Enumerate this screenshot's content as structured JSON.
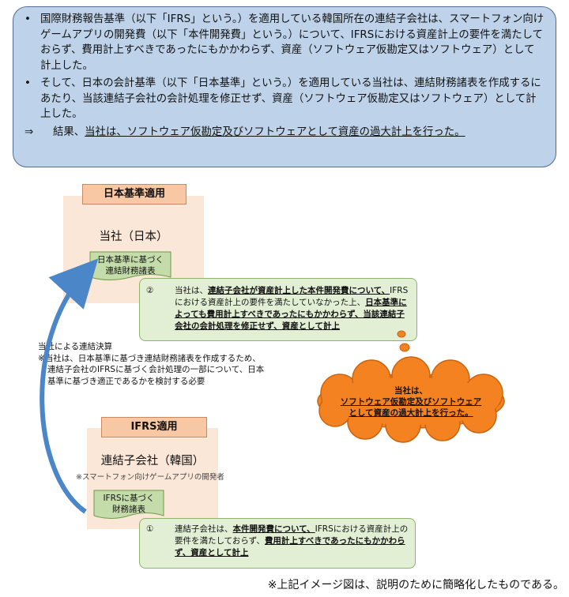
{
  "summary": {
    "bullet_mark": "•",
    "bullet1": "国際財務報告基準（以下「IFRS」という。）を適用している韓国所在の連結子会社は、スマートフォン向けゲームアプリの開発費（以下「本件開発費」という。）について、IFRSにおける資産計上の要件を満たしておらず、費用計上すべきであったにもかかわらず、資産（ソフトウェア仮勘定又はソフトウェア）として計上した。",
    "bullet2": "そして、日本の会計基準（以下「日本基準」という。）を適用している当社は、連結財務諸表を作成するにあたり、当該連結子会社の会計処理を修正せず、資産（ソフトウェア仮勘定又はソフトウェア）として計上した。",
    "result_mark": "⇒",
    "result_prefix": "結果、",
    "result_emphasis": "当社は、ソフトウェア仮勘定及びソフトウェアとして資産の過大計上を行った。"
  },
  "japan": {
    "tag": "日本基準適用",
    "entity": "当社（日本）",
    "doc_line1": "日本基準に基づく",
    "doc_line2": "連結財務諸表"
  },
  "callout2": {
    "num": "②",
    "t1": "当社は、",
    "t2": "連結子会社が資産計上した本件開発費について、",
    "t3": "IFRSにおける資産計上の要件を満たしていなかった上、",
    "t4": "日本基準によっても費用計上すべきであったにもかかわらず、当該連結子会社の会計処理を修正せず、資産として計上"
  },
  "consolidation": {
    "line1": "当社による連結決算",
    "line2": "※当社は、日本基準に基づき連結財務諸表を作成するため、",
    "line3": "連結子会社のIFRSに基づく会計処理の一部について、日本基準に基づき適正であるかを検討する必要"
  },
  "cloud": {
    "line1": "当社は、",
    "line2": "ソフトウェア仮勘定及びソフトウェア",
    "line3": "として資産の過大計上を行った。"
  },
  "korea": {
    "tag": "IFRS適用",
    "entity": "連結子会社（韓国）",
    "note": "※スマートフォン向けゲームアプリの開発者",
    "doc_line1": "IFRSに基づく",
    "doc_line2": "財務諸表"
  },
  "callout1": {
    "num": "①",
    "t1": "連結子会社は、",
    "t2": "本件開発費について、",
    "t3": "IFRSにおける資産計上の要件を満たしておらず、",
    "t4": "費用計上すべきであったにもかかわらず、資産として計上"
  },
  "disclaimer": "※上記イメージ図は、説明のために簡略化したものである。",
  "colors": {
    "summary_bg": "#bed3ea",
    "region_bg": "#fbe7d8",
    "tag_bg": "#f7c8a3",
    "doc_bg": "#c4dcaa",
    "callout_bg": "#e2efd4",
    "cloud": "#f58220",
    "arrow": "#4a86c8"
  }
}
